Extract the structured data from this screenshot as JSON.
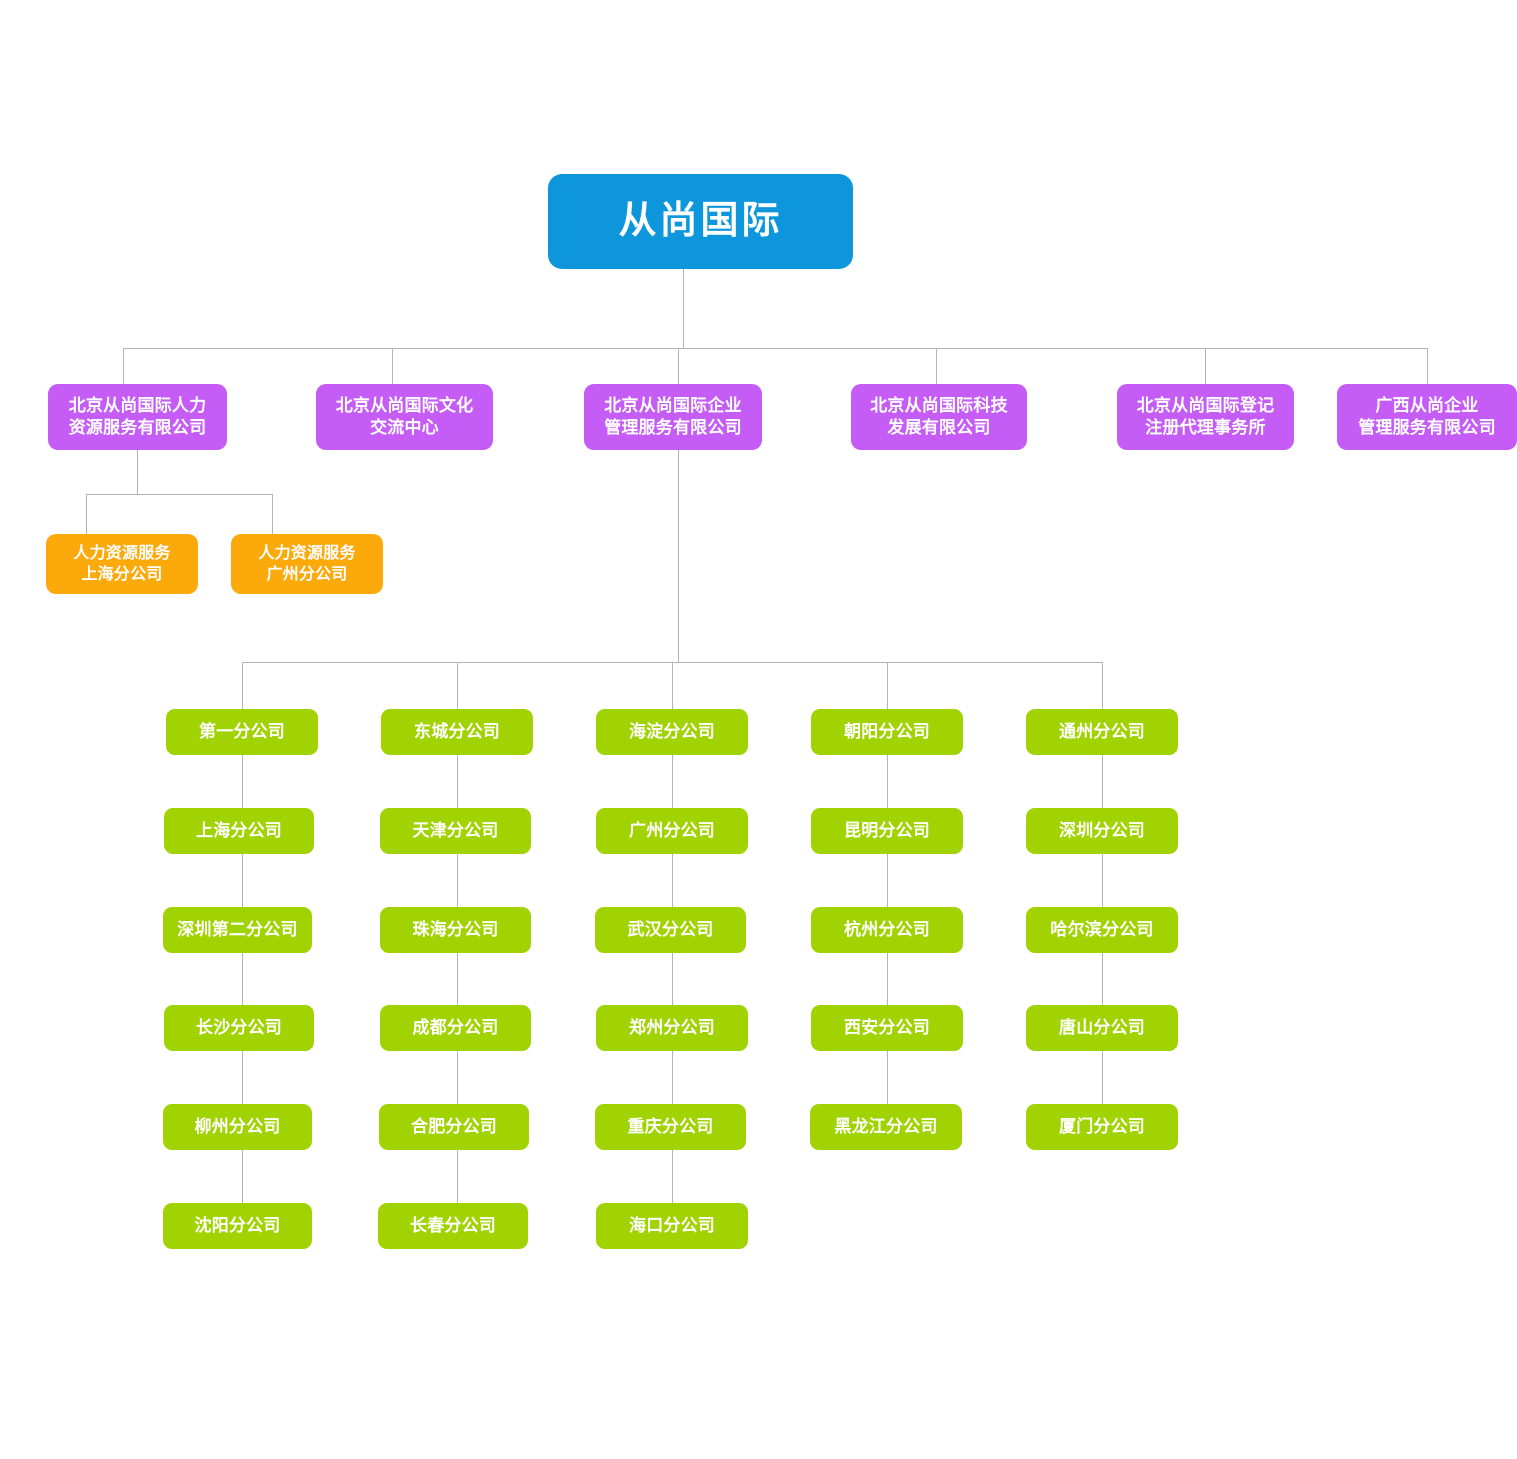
{
  "chart_data": {
    "type": "diagram",
    "title": "",
    "diagram_kind": "organizational-chart",
    "orientation": "top-down",
    "connector_color": "#b3b3b3",
    "levels": [
      {
        "name": "root",
        "color": "#0d96dc"
      },
      {
        "name": "divisions",
        "color": "#c45cf5"
      },
      {
        "name": "hr-branches",
        "color": "#fca90c"
      },
      {
        "name": "branch-offices",
        "color": "#a1d302"
      }
    ]
  },
  "root": {
    "label": "从尚国际",
    "color": "#0d96dc"
  },
  "divisions": [
    {
      "label": "北京从尚国际人力\n资源服务有限公司",
      "color": "#c45cf5"
    },
    {
      "label": "北京从尚国际文化\n交流中心",
      "color": "#c45cf5"
    },
    {
      "label": "北京从尚国际企业\n管理服务有限公司",
      "color": "#c45cf5"
    },
    {
      "label": "北京从尚国际科技\n发展有限公司",
      "color": "#c45cf5"
    },
    {
      "label": "北京从尚国际登记\n注册代理事务所",
      "color": "#c45cf5"
    },
    {
      "label": "广西从尚企业\n管理服务有限公司",
      "color": "#c45cf5"
    }
  ],
  "hr_branches": [
    {
      "label": "人力资源服务\n上海分公司",
      "color": "#fca90c"
    },
    {
      "label": "人力资源服务\n广州分公司",
      "color": "#fca90c"
    }
  ],
  "branch_columns": [
    {
      "column": 1,
      "items": [
        {
          "label": "第一分公司"
        },
        {
          "label": "上海分公司"
        },
        {
          "label": "深圳第二分公司"
        },
        {
          "label": "长沙分公司"
        },
        {
          "label": "柳州分公司"
        },
        {
          "label": "沈阳分公司"
        }
      ]
    },
    {
      "column": 2,
      "items": [
        {
          "label": "东城分公司"
        },
        {
          "label": "天津分公司"
        },
        {
          "label": "珠海分公司"
        },
        {
          "label": "成都分公司"
        },
        {
          "label": "合肥分公司"
        },
        {
          "label": "长春分公司"
        }
      ]
    },
    {
      "column": 3,
      "items": [
        {
          "label": "海淀分公司"
        },
        {
          "label": "广州分公司"
        },
        {
          "label": "武汉分公司"
        },
        {
          "label": "郑州分公司"
        },
        {
          "label": "重庆分公司"
        },
        {
          "label": "海口分公司"
        }
      ]
    },
    {
      "column": 4,
      "items": [
        {
          "label": "朝阳分公司"
        },
        {
          "label": "昆明分公司"
        },
        {
          "label": "杭州分公司"
        },
        {
          "label": "西安分公司"
        },
        {
          "label": "黑龙江分公司"
        }
      ]
    },
    {
      "column": 5,
      "items": [
        {
          "label": "通州分公司"
        },
        {
          "label": "深圳分公司"
        },
        {
          "label": "哈尔滨分公司"
        },
        {
          "label": "唐山分公司"
        },
        {
          "label": "厦门分公司"
        }
      ]
    }
  ]
}
